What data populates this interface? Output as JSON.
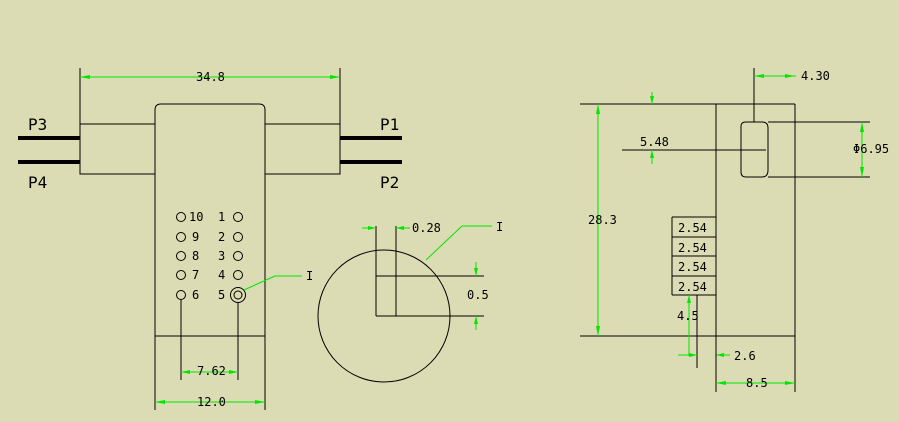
{
  "colors": {
    "background": "#dcdcb4",
    "outline": "#000000",
    "dimension": "#00e600"
  },
  "ports": {
    "p3": "P3",
    "p4": "P4",
    "p1": "P1",
    "p2": "P2"
  },
  "dims": {
    "width_top": "34.8",
    "pin_pitch": "7.62",
    "body_width": "12.0",
    "wire_offset": "0.28",
    "wire_height": "0.5",
    "height": "28.3",
    "top_offset": "4.30",
    "hole_center": "5.48",
    "hole_dia": "Φ6.95",
    "pitch1": "2.54",
    "pitch2": "2.54",
    "pitch3": "2.54",
    "pitch4": "2.54",
    "pin_len": "4.5",
    "pin_offset": "2.6",
    "depth": "8.5"
  },
  "detail_marker": "I",
  "pins": [
    {
      "left": "10",
      "right": "1"
    },
    {
      "left": "9",
      "right": "2"
    },
    {
      "left": "8",
      "right": "3"
    },
    {
      "left": "7",
      "right": "4"
    },
    {
      "left": "6",
      "right": "5"
    }
  ]
}
